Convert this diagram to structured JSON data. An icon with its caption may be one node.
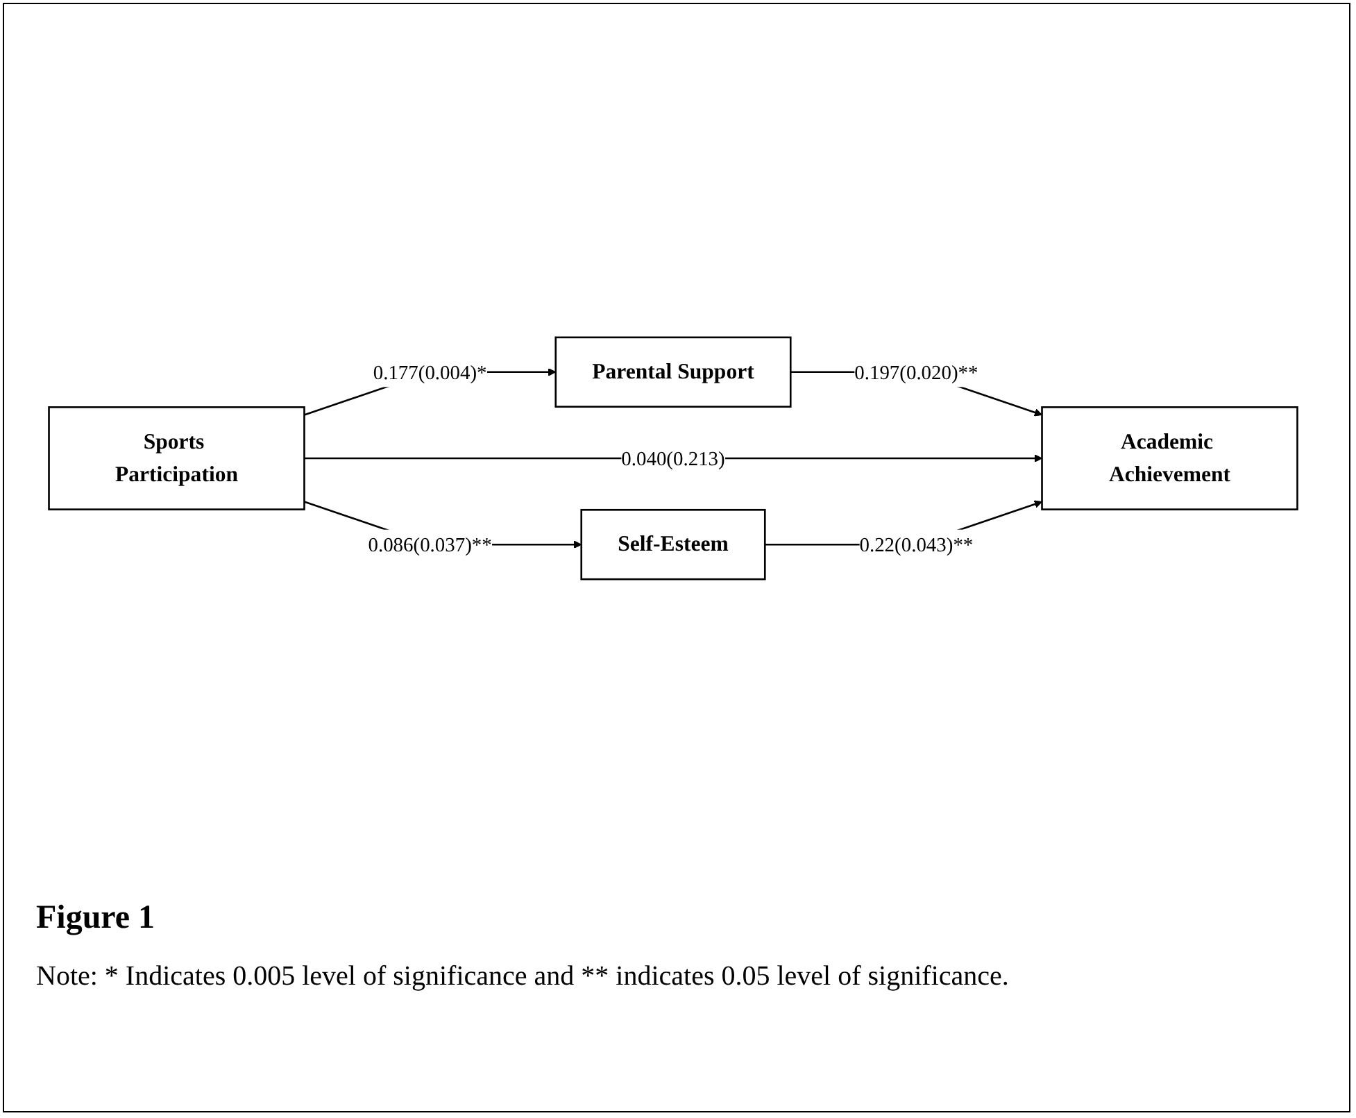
{
  "diagram": {
    "title": "Figure 1",
    "caption": "Note: * Indicates 0.005 level of significance and ** indicates 0.05 level of significance.",
    "nodes": [
      {
        "text": [
          "Parental Support"
        ]
      },
      {
        "text": [
          "Sports Participation"
        ]
      },
      {
        "text": [
          "Academic Achievement"
        ]
      },
      {
        "text": [
          "Self-Esteem"
        ]
      }
    ],
    "edges": [
      {
        "from": 1,
        "to": 0,
        "arrow": "to",
        "label": "0.177(0.004)*"
      },
      {
        "from": 0,
        "to": 2,
        "arrow": "to",
        "label": "0.197(0.020)**"
      },
      {
        "from": 1,
        "to": 2,
        "arrow": "to",
        "label": "0.040(0.213)"
      },
      {
        "from": 1,
        "to": 3,
        "arrow": "to",
        "label": "0.086(0.037)**"
      },
      {
        "from": 3,
        "to": 2,
        "arrow": "to",
        "label": "0.22(0.043)**"
      }
    ]
  }
}
